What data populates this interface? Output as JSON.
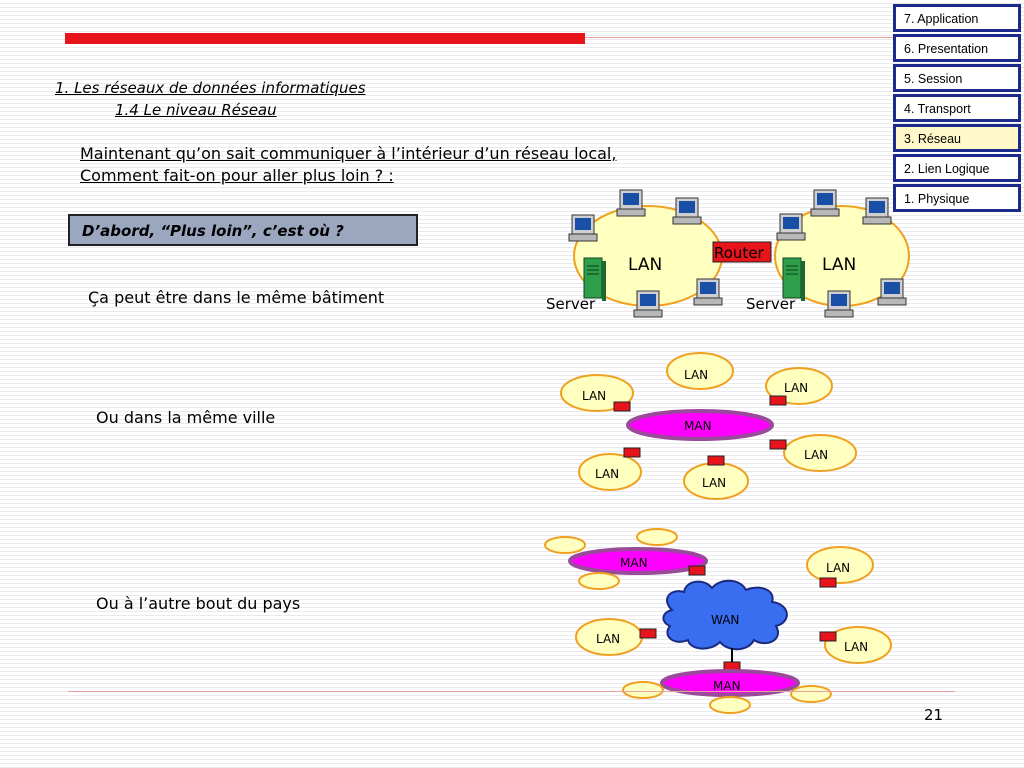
{
  "titles": {
    "line1": "1. Les réseaux  de données informatiques",
    "line2": "1.4 Le niveau Réseau"
  },
  "intro": {
    "line1": "Maintenant qu’on sait communiquer à l’intérieur d’un réseau local,",
    "line2": "Comment fait-on pour aller plus loin ? :"
  },
  "question": "D’abord, “Plus loin”, c’est où ?",
  "scopes": {
    "building": "Ça peut être dans le même bâtiment",
    "city": "Ou dans la même ville",
    "country": "Ou à l’autre bout du pays"
  },
  "osi_layers": [
    {
      "label": "7. Application",
      "active": false
    },
    {
      "label": "6. Presentation",
      "active": false
    },
    {
      "label": "5. Session",
      "active": false
    },
    {
      "label": "4. Transport",
      "active": false
    },
    {
      "label": "3. Réseau",
      "active": true
    },
    {
      "label": "2. Lien Logique",
      "active": false
    },
    {
      "label": "1. Physique",
      "active": false
    }
  ],
  "diagram": {
    "lan": "LAN",
    "man": "MAN",
    "wan": "WAN",
    "router": "Router",
    "server": "Server"
  },
  "colors": {
    "accent_red": "#e8141c",
    "osi_border": "#1c2a8c",
    "lan_fill": "#ffffc0",
    "lan_stroke": "#f0a020",
    "man_fill": "#ff00ff",
    "man_stroke": "#9a4a9a",
    "wan_fill": "#3a6ef0"
  },
  "page_number": "21"
}
